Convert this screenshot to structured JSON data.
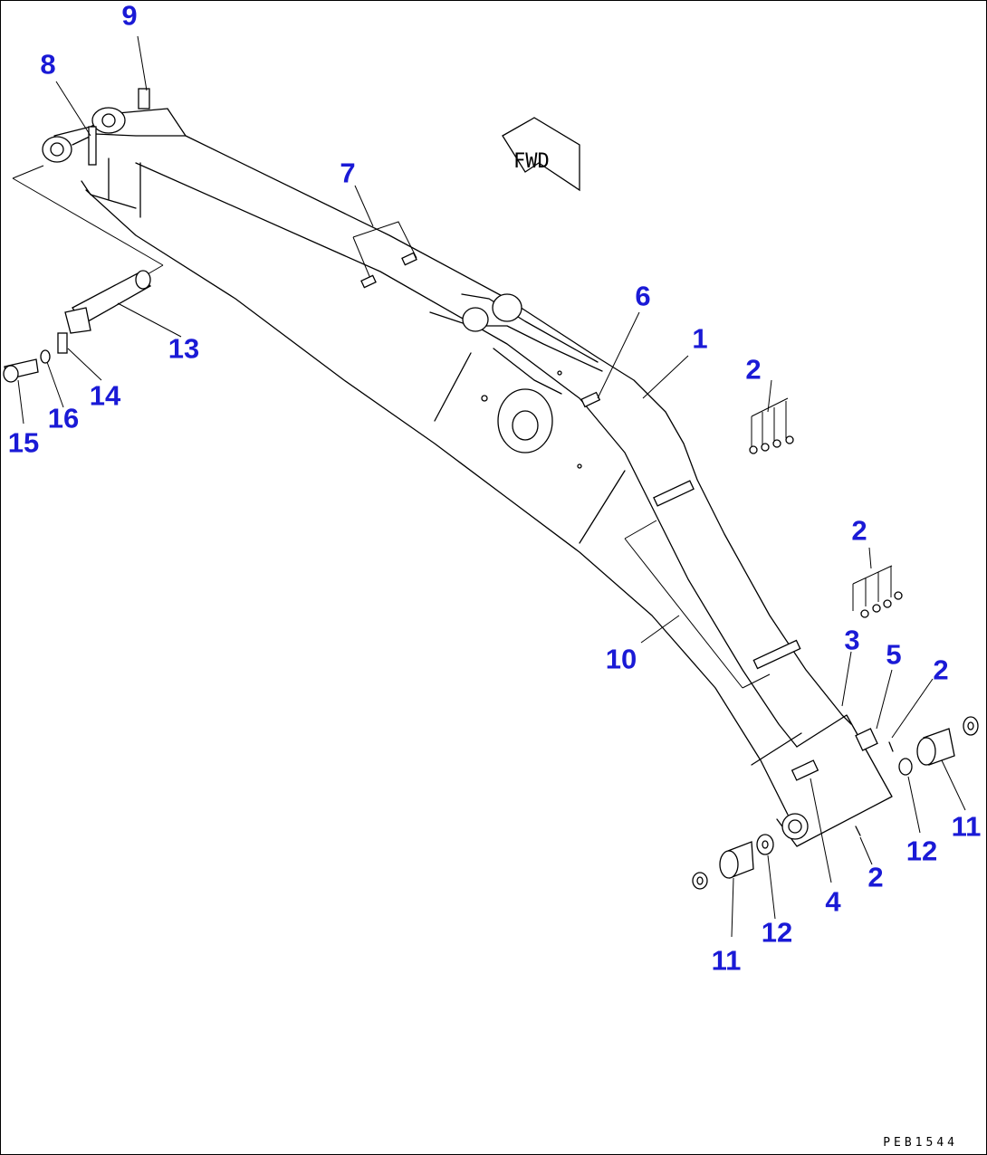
{
  "drawing_code": "PEB1544",
  "fwd_label": "FWD",
  "callouts": [
    {
      "id": "c1",
      "text": "1"
    },
    {
      "id": "c2a",
      "text": "2"
    },
    {
      "id": "c2b",
      "text": "2"
    },
    {
      "id": "c2c",
      "text": "2"
    },
    {
      "id": "c2d",
      "text": "2"
    },
    {
      "id": "c3",
      "text": "3"
    },
    {
      "id": "c4",
      "text": "4"
    },
    {
      "id": "c5",
      "text": "5"
    },
    {
      "id": "c6",
      "text": "6"
    },
    {
      "id": "c7",
      "text": "7"
    },
    {
      "id": "c8",
      "text": "8"
    },
    {
      "id": "c9",
      "text": "9"
    },
    {
      "id": "c10",
      "text": "10"
    },
    {
      "id": "c11a",
      "text": "11"
    },
    {
      "id": "c11b",
      "text": "11"
    },
    {
      "id": "c12a",
      "text": "12"
    },
    {
      "id": "c12b",
      "text": "12"
    },
    {
      "id": "c13",
      "text": "13"
    },
    {
      "id": "c14",
      "text": "14"
    },
    {
      "id": "c15",
      "text": "15"
    },
    {
      "id": "c16",
      "text": "16"
    }
  ]
}
